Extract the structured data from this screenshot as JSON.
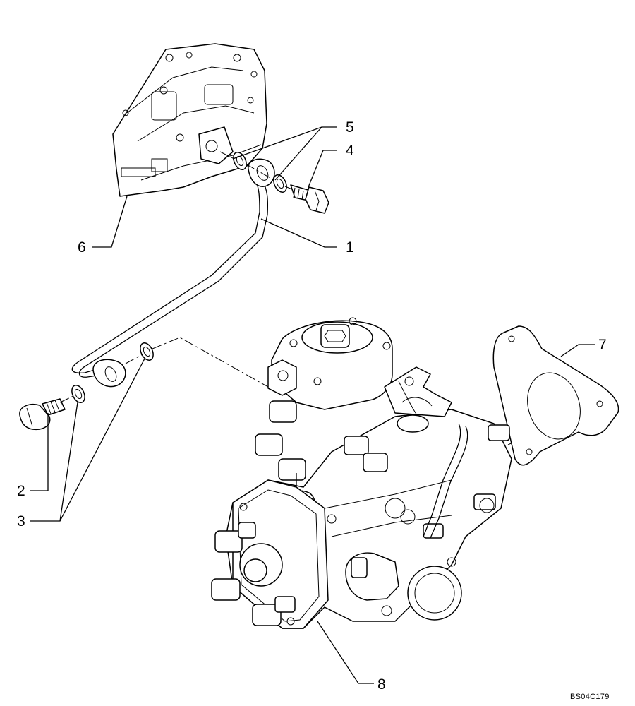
{
  "callouts": {
    "c1": "1",
    "c2": "2",
    "c3": "3",
    "c4": "4",
    "c5": "5",
    "c6": "6",
    "c7": "7",
    "c8": "8"
  },
  "drawing_code": "BS04C179"
}
